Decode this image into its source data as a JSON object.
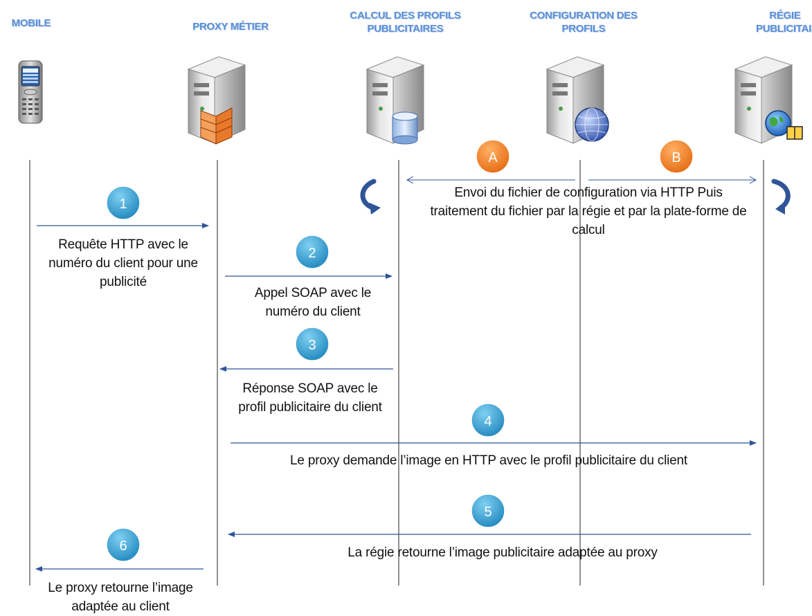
{
  "actors": [
    {
      "id": "mobile",
      "name": "MOBILE"
    },
    {
      "id": "proxy",
      "name": "PROXY MÉTIER"
    },
    {
      "id": "calc",
      "name": "CALCUL DES PROFILS PUBLICITAIRES"
    },
    {
      "id": "config",
      "name": "CONFIGURATION DES PROFILS"
    },
    {
      "id": "regie",
      "name": "RÉGIE PUBLICITAIRE"
    }
  ],
  "steps": [
    {
      "label": "1",
      "text": "Requête HTTP avec le numéro du client pour une publicité"
    },
    {
      "label": "2",
      "text": "Appel SOAP avec le numéro du client"
    },
    {
      "label": "3",
      "text": "Réponse SOAP avec le profil publicitaire du client"
    },
    {
      "label": "4",
      "text": "Le proxy demande l’image en HTTP avec le profil publicitaire du client"
    },
    {
      "label": "5",
      "text": "La régie retourne l’image publicitaire adaptée au proxy"
    },
    {
      "label": "6",
      "text": "Le proxy retourne l’image adaptée au client"
    }
  ],
  "config_steps": [
    {
      "label": "A"
    },
    {
      "label": "B"
    }
  ],
  "config_text": "Envoi du fichier de configuration via HTTP Puis traitement du fichier par la régie et par la plate-forme de calcul",
  "colors": {
    "step_badge": "#2a8fc4",
    "config_badge": "#ee7a1e",
    "arrow": "#2f5597",
    "header": "#5b8fd6"
  }
}
